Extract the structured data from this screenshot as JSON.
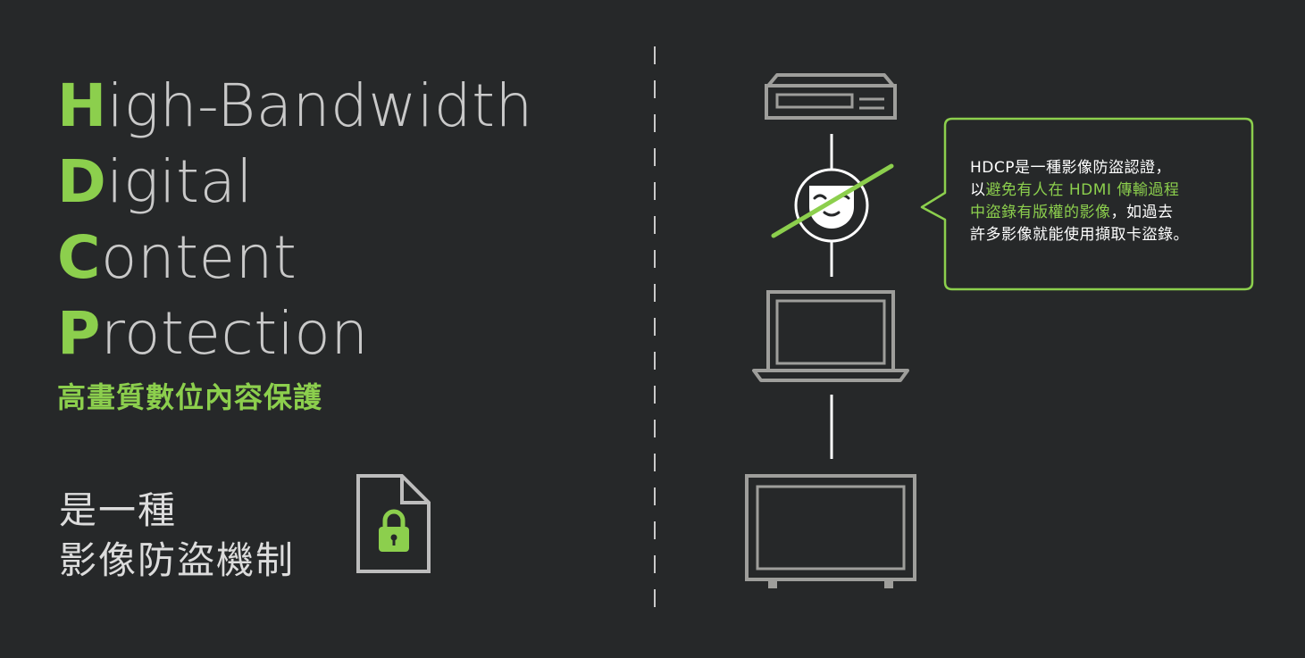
{
  "acronym": {
    "rows": [
      {
        "initial": "H",
        "rest": "igh-Bandwidth"
      },
      {
        "initial": "D",
        "rest": "igital"
      },
      {
        "initial": "C",
        "rest": "ontent"
      },
      {
        "initial": "P",
        "rest": "rotection"
      }
    ]
  },
  "subtitle_zh": "高畫質數位內容保護",
  "description": {
    "line1": "是一種",
    "line2": "影像防盜機制"
  },
  "callout": {
    "line1": "HDCP是一種影像防盜認證，",
    "line2_prefix": "以",
    "line2_highlight": "避免有人在 HDMI 傳輸過程",
    "line3_highlight": "中盜錄有版權的影像",
    "line3_suffix": "，如過去",
    "line4": "許多影像就能使用擷取卡盜錄。"
  },
  "icons": {
    "document_lock": "document-lock-icon",
    "source_device": "media-player-icon",
    "blocked_mask": "pirate-mask-blocked-icon",
    "laptop": "laptop-icon",
    "tv": "tv-icon"
  },
  "colors": {
    "background": "#262829",
    "accent": "#8ccf4d",
    "text_light": "#c9c9c9",
    "icon_stroke": "#9e9e9b",
    "white": "#ffffff"
  }
}
